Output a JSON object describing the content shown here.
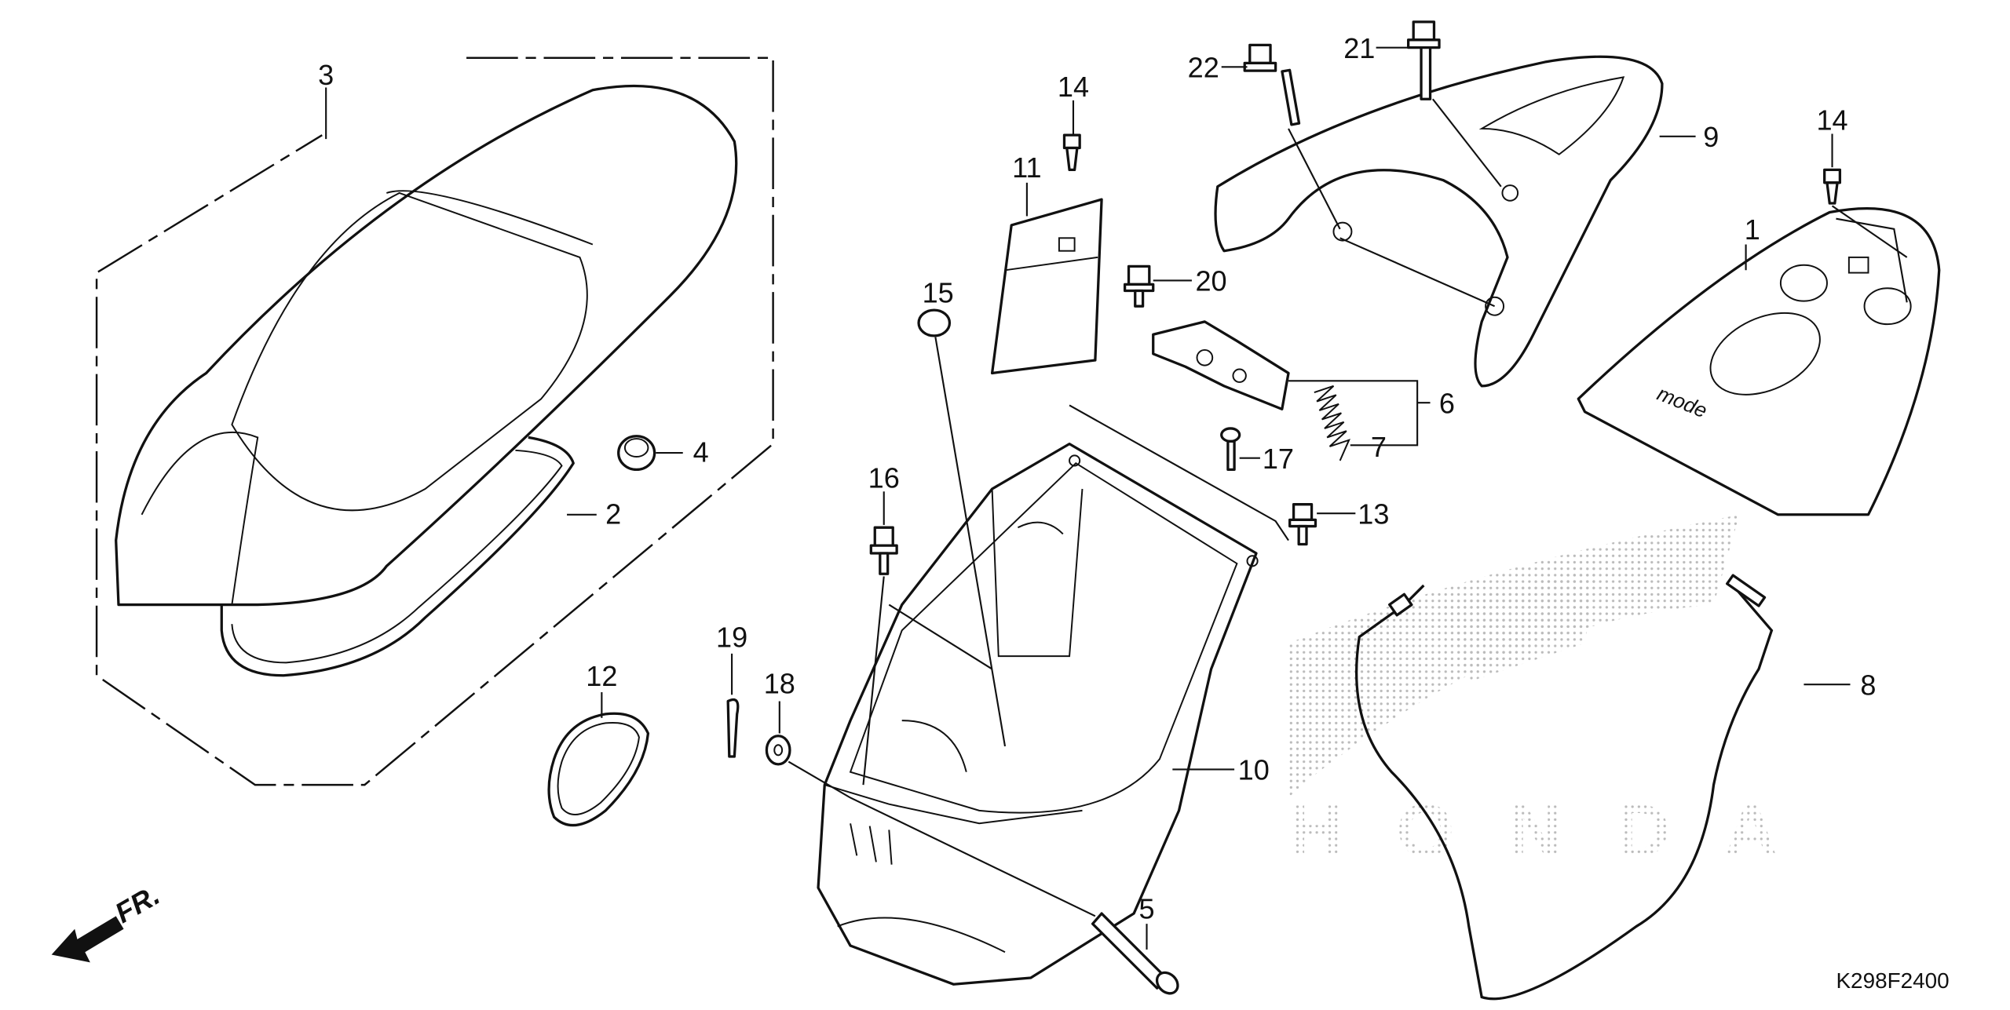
{
  "diagram": {
    "type": "exploded parts diagram",
    "drawing_code": "K298F2400",
    "direction_label": "FR.",
    "watermark": "HONDA",
    "colors": {
      "line": "#111111",
      "background": "#ffffff",
      "watermark": "#bbbbbb"
    },
    "callouts": {
      "c1": "1",
      "c2": "2",
      "c3": "3",
      "c4": "4",
      "c5": "5",
      "c6": "6",
      "c7": "7",
      "c8": "8",
      "c9": "9",
      "c10": "10",
      "c11": "11",
      "c12": "12",
      "c13": "13",
      "c14a": "14",
      "c14b": "14",
      "c15": "15",
      "c16": "16",
      "c17": "17",
      "c18": "18",
      "c19": "19",
      "c20": "20",
      "c21": "21",
      "c22": "22"
    }
  }
}
